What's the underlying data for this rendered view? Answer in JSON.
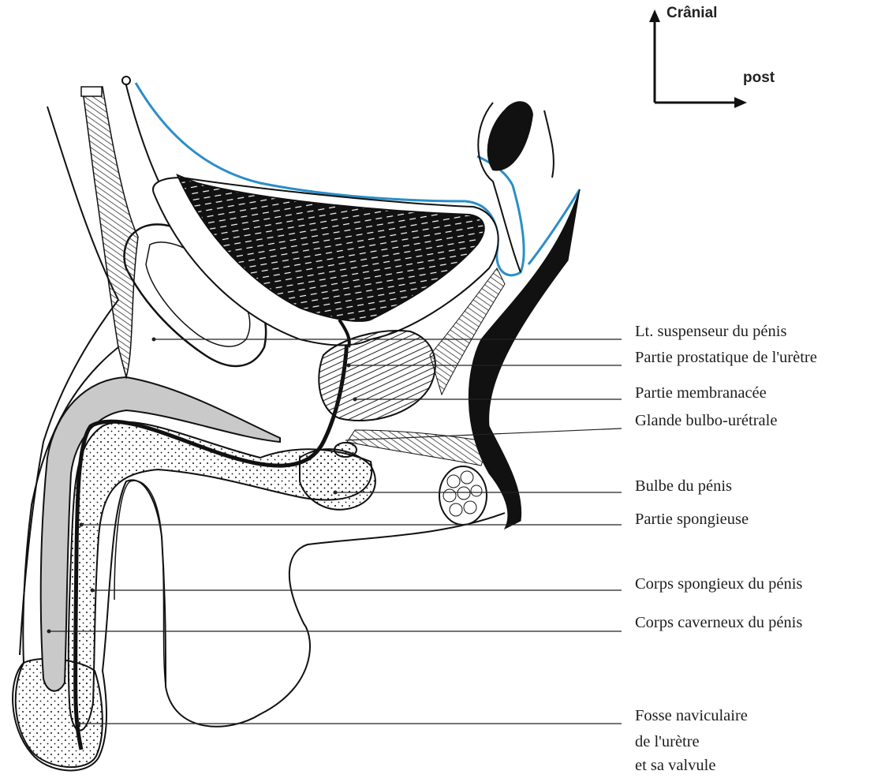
{
  "orientation": {
    "cranial_label": "Crânial",
    "posterior_label": "post"
  },
  "labels": {
    "lt_suspenseur": "Lt. suspenseur du pénis",
    "partie_prostatique": "Partie prostatique de l'urètre",
    "partie_membranacee": "Partie membranacée",
    "glande_bulbo": "Glande bulbo-urétrale",
    "bulbe_penis": "Bulbe du pénis",
    "partie_spongieuse": "Partie spongieuse",
    "corps_spongieux": "Corps spongieux du pénis",
    "corps_caverneux": "Corps caverneux du pénis",
    "fosse_line1": "Fosse naviculaire",
    "fosse_line2": "de l'urètre",
    "fosse_line3": "et sa valvule"
  },
  "colors": {
    "peritoneum_outline": "#2a8ec8",
    "corpus_cavernosum_fill": "#c9c9c9",
    "ink": "#111111"
  }
}
